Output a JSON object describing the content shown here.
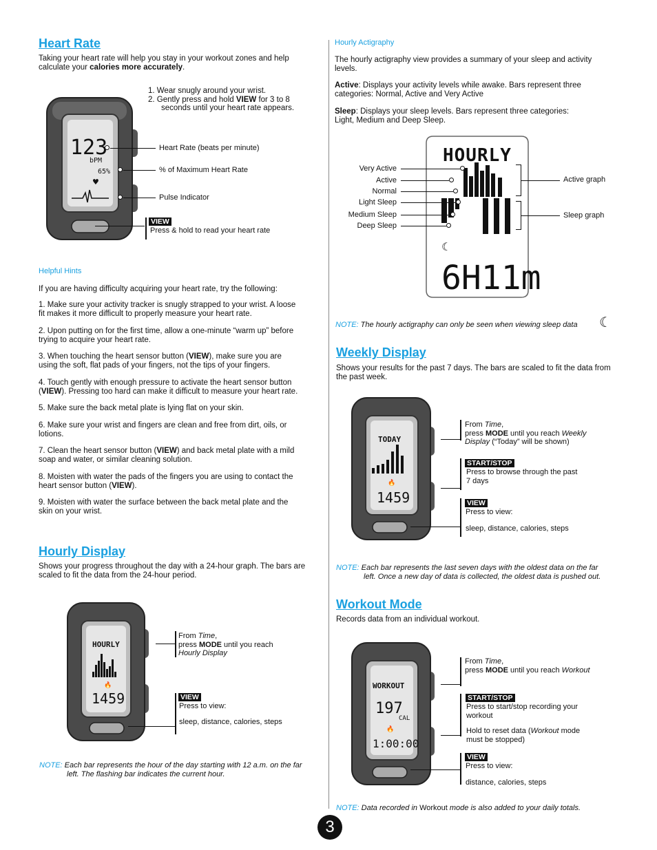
{
  "heart_rate": {
    "title": "Heart Rate",
    "intro_1": "Taking your heart rate will help you stay in your workout zones and help",
    "intro_2": "calculate your ",
    "intro_bold": "calories more accurately",
    "intro_end": ".",
    "step1": "1.  Wear snugly around your wrist.",
    "step2a": "2.  Gently press and hold ",
    "step2b": "VIEW",
    "step2c": " for 3 to 8",
    "step2d": "seconds until your heart rate appears.",
    "label_hr": "Heart Rate (beats per minute)",
    "label_pct": "% of Maximum Heart Rate",
    "label_pulse": "Pulse Indicator",
    "view_tag": "VIEW",
    "view_desc": "Press & hold to read your heart rate",
    "screen_bpm": "123",
    "screen_unit": "bPM",
    "screen_pct": "65%"
  },
  "hints": {
    "title": "Helpful Hints",
    "intro": "If you are having difficulty acquiring your heart rate, try the following:",
    "h1a": "1. Make sure your activity tracker is snugly strapped to your wrist. A loose",
    "h1b": "fit makes it more difficult to properly measure your heart rate.",
    "h2a": "2. Upon putting on for the first time, allow a one-minute “warm up” before",
    "h2b": "trying to acquire your heart rate.",
    "h3a": "3. When touching the heart sensor button (",
    "h3bold": "VIEW",
    "h3b": "), make sure you are",
    "h3c": "using the soft, flat pads of your fingers, not the tips of your fingers.",
    "h4a": "4. Touch gently with enough pressure to activate the heart sensor button",
    "h4b": "(",
    "h4bold": "VIEW",
    "h4c": "). Pressing too hard can make it difficult to measure your heart rate.",
    "h5": "5. Make sure the back metal plate is lying flat on your skin.",
    "h6a": "6. Make sure your wrist and fingers are clean and free from dirt, oils, or",
    "h6b": "lotions.",
    "h7a": "7. Clean the heart sensor button (",
    "h7bold": "VIEW",
    "h7b": ") and back metal plate with a mild",
    "h7c": "soap and water, or similar cleaning solution.",
    "h8a": "8. Moisten with water the pads of the fingers you are using to contact the",
    "h8b": "heart sensor button (",
    "h8bold": "VIEW",
    "h8c": ").",
    "h9a": "9. Moisten with water the surface between the back metal plate and the",
    "h9b": "skin on your wrist."
  },
  "hourly_display": {
    "title": "Hourly Display",
    "desc1": "Shows your progress throughout the day with a 24-hour graph. The bars are",
    "desc2": "scaled to fit the data from the 24-hour period.",
    "from": "From ",
    "time": "Time",
    "comma": ",",
    "press": "press ",
    "mode": "MODE",
    "until": " until you reach",
    "target": "Hourly Display",
    "view_tag": "VIEW",
    "press_view": "Press to view:",
    "options": "sleep, distance, calories, steps",
    "note_lbl": "NOTE:",
    "note1": " Each bar represents the hour of the day starting with 12 a.m. on the far",
    "note2": "left. The flashing bar indicates the current hour.",
    "screen_title": "HOURLY",
    "screen_val": "1459"
  },
  "actigraphy": {
    "title": "Hourly Actigraphy",
    "desc1": "The hourly actigraphy view provides a summary of your sleep and activity",
    "desc2": "levels.",
    "active_bold": "Active",
    "active1": ": Displays your activity levels while awake. Bars represent three",
    "active2": "categories: Normal, Active and Very Active",
    "sleep_bold": "Sleep",
    "sleep1": ": Displays your sleep levels. Bars represent three categories:",
    "sleep2": "Light, Medium and Deep Sleep.",
    "labels": [
      "Very Active",
      "Active",
      "Normal",
      "Light Sleep",
      "Medium Sleep",
      "Deep Sleep"
    ],
    "active_graph": "Active graph",
    "sleep_graph": "Sleep graph",
    "screen_title": "HOURLY",
    "screen_val": "6H11m",
    "note_lbl": "NOTE:",
    "note": " The hourly actigraphy can only be seen when viewing sleep data"
  },
  "weekly": {
    "title": "Weekly Display",
    "desc1": "Shows your results for the past 7 days. The bars are scaled to fit the data from",
    "desc2": "the past week.",
    "from": "From ",
    "time": "Time",
    "comma": ",",
    "press": "press ",
    "mode": "MODE",
    "until": " until you reach ",
    "target1": "Weekly",
    "target2": "Display",
    "today_note": " (“Today” will be shown)",
    "ss_tag": "START/STOP",
    "ss_desc1": "Press to browse through the past",
    "ss_desc2": "7 days",
    "view_tag": "VIEW",
    "press_view": "Press to view:",
    "options": "sleep, distance, calories, steps",
    "note_lbl": "NOTE:",
    "note1": " Each bar represents the last seven days with the oldest data on the far",
    "note2": "left. Once a new day of data is collected, the oldest data is pushed out.",
    "screen_title": "TODAY",
    "screen_val": "1459"
  },
  "workout": {
    "title": "Workout Mode",
    "desc": "Records data from an individual workout.",
    "from": "From ",
    "time": "Time",
    "comma": ",",
    "press": "press ",
    "mode": "MODE",
    "until": " until you reach ",
    "target": "Workout",
    "ss_tag": "START/STOP",
    "ss_desc1": "Press to start/stop recording your",
    "ss_desc2": "workout",
    "hold1": "Hold to reset data (",
    "hold_it": "Workout",
    "hold2": " mode",
    "hold3": "must be stopped)",
    "view_tag": "VIEW",
    "press_view": "Press to view:",
    "options": "distance, calories, steps",
    "note_lbl": "NOTE:",
    "note1": " Data recorded in ",
    "note_plain": "Workout",
    "note2": " mode is also added to your daily totals.",
    "screen_title": "WORKOUT",
    "screen_val": "197",
    "screen_unit": "CAL",
    "screen_time": "1:00:00"
  },
  "page_number": "3"
}
